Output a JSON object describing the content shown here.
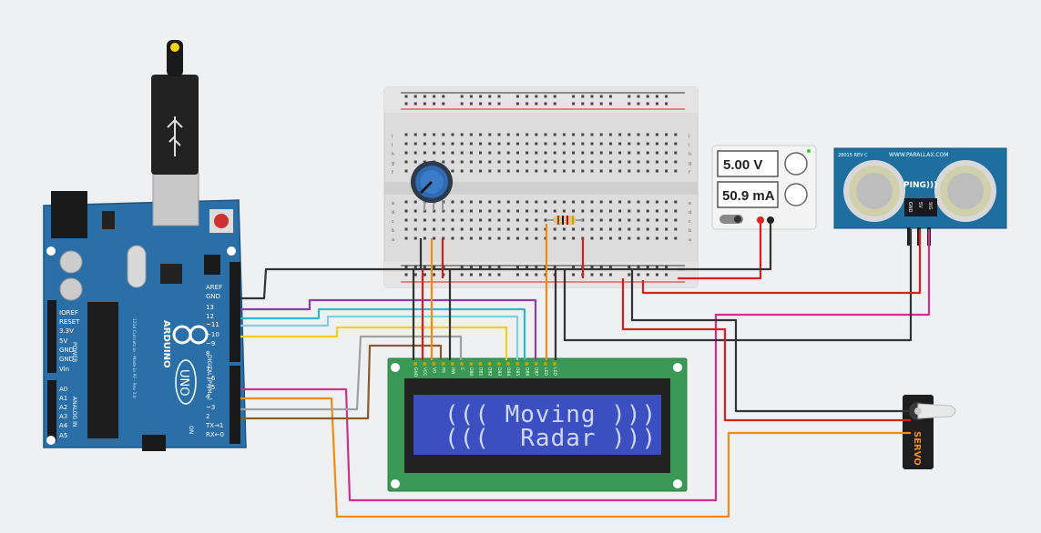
{
  "lcd": {
    "line1": "((( Moving )))",
    "line2": "(((  Radar )))",
    "pins": [
      "GND",
      "VCC",
      "V0",
      "RS",
      "RW",
      "E",
      "DB0",
      "DB1",
      "DB2",
      "DB3",
      "DB4",
      "DB5",
      "DB6",
      "DB7",
      "LED",
      "LED"
    ]
  },
  "psu": {
    "voltage": "5.00 V",
    "current": "50.9 mA"
  },
  "arduino": {
    "brand": "ARDUINO",
    "model": "UNO",
    "header_right": [
      "AREF",
      "GND",
      "13",
      "12",
      "~11",
      "~10",
      "~9",
      "8",
      "7",
      "~6",
      "~5",
      "4",
      "~3",
      "2",
      "TX→1",
      "RX←0"
    ],
    "header_left": [
      "IOREF",
      "RESET",
      "3.3V",
      "5V",
      "GND",
      "GND",
      "Vin",
      "A0",
      "A1",
      "A2",
      "A3",
      "A4",
      "A5"
    ],
    "power_label": "POWER",
    "analog_label": "ANALOG IN",
    "digital_label": "DIGITAL (PWM~)",
    "on_label": "ON",
    "small_text": "1234 Curcuitz.io - Made in RF - Rev 3.0"
  },
  "ping": {
    "brand": "WWW.PARALLAX.COM",
    "model": "PING)))",
    "rev": "28015\nREV C",
    "pins": [
      "GND",
      "5V",
      "SIG"
    ]
  },
  "servo": {
    "label": "SERVO"
  },
  "breadboard": {
    "rows_top": [
      "j",
      "i",
      "h",
      "g",
      "f"
    ],
    "rows_bottom": [
      "e",
      "d",
      "c",
      "b",
      "a"
    ],
    "columns": 30
  },
  "colors": {
    "arduino_blue": "#2a6fa8",
    "lcd_green": "#3a9a55",
    "lcd_screen": "#3b4fc0",
    "ping_blue": "#1e6fa0",
    "wire_black": "#333333",
    "wire_red": "#d62020",
    "wire_purple": "#8a3fa8",
    "wire_cyan": "#30b8d0",
    "wire_yellow": "#f0d020",
    "wire_orange": "#f08a18",
    "wire_magenta": "#d0308a",
    "wire_brown": "#8a5a30",
    "wire_gray": "#a0a0a0"
  }
}
